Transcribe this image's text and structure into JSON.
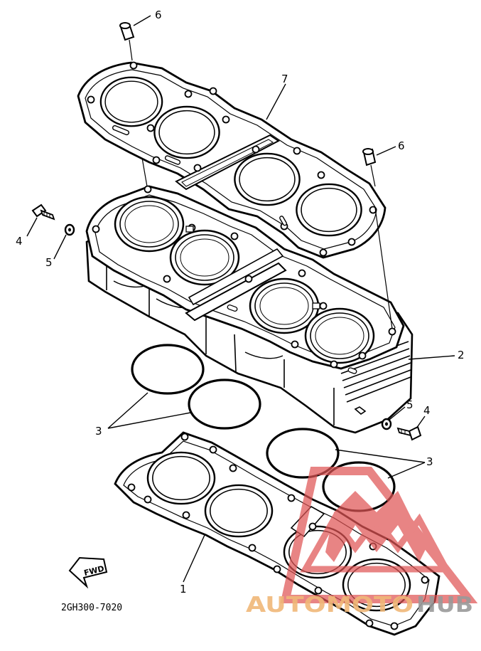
{
  "diagram": {
    "part_code": "2GH300-7020",
    "fwd_label": "FWD",
    "callouts": {
      "head_gasket": "7",
      "cylinder_block": "2",
      "base_gasket": "1",
      "o_ring": "3",
      "bolt": "4",
      "washer": "5",
      "dowel_pin": "6"
    }
  },
  "watermark": {
    "text_a": "AUTOMOTO",
    "text_b": "HUB",
    "color_a": "#f0b878",
    "color_b": "#9a9a9a",
    "logo_color": "#e05555"
  }
}
